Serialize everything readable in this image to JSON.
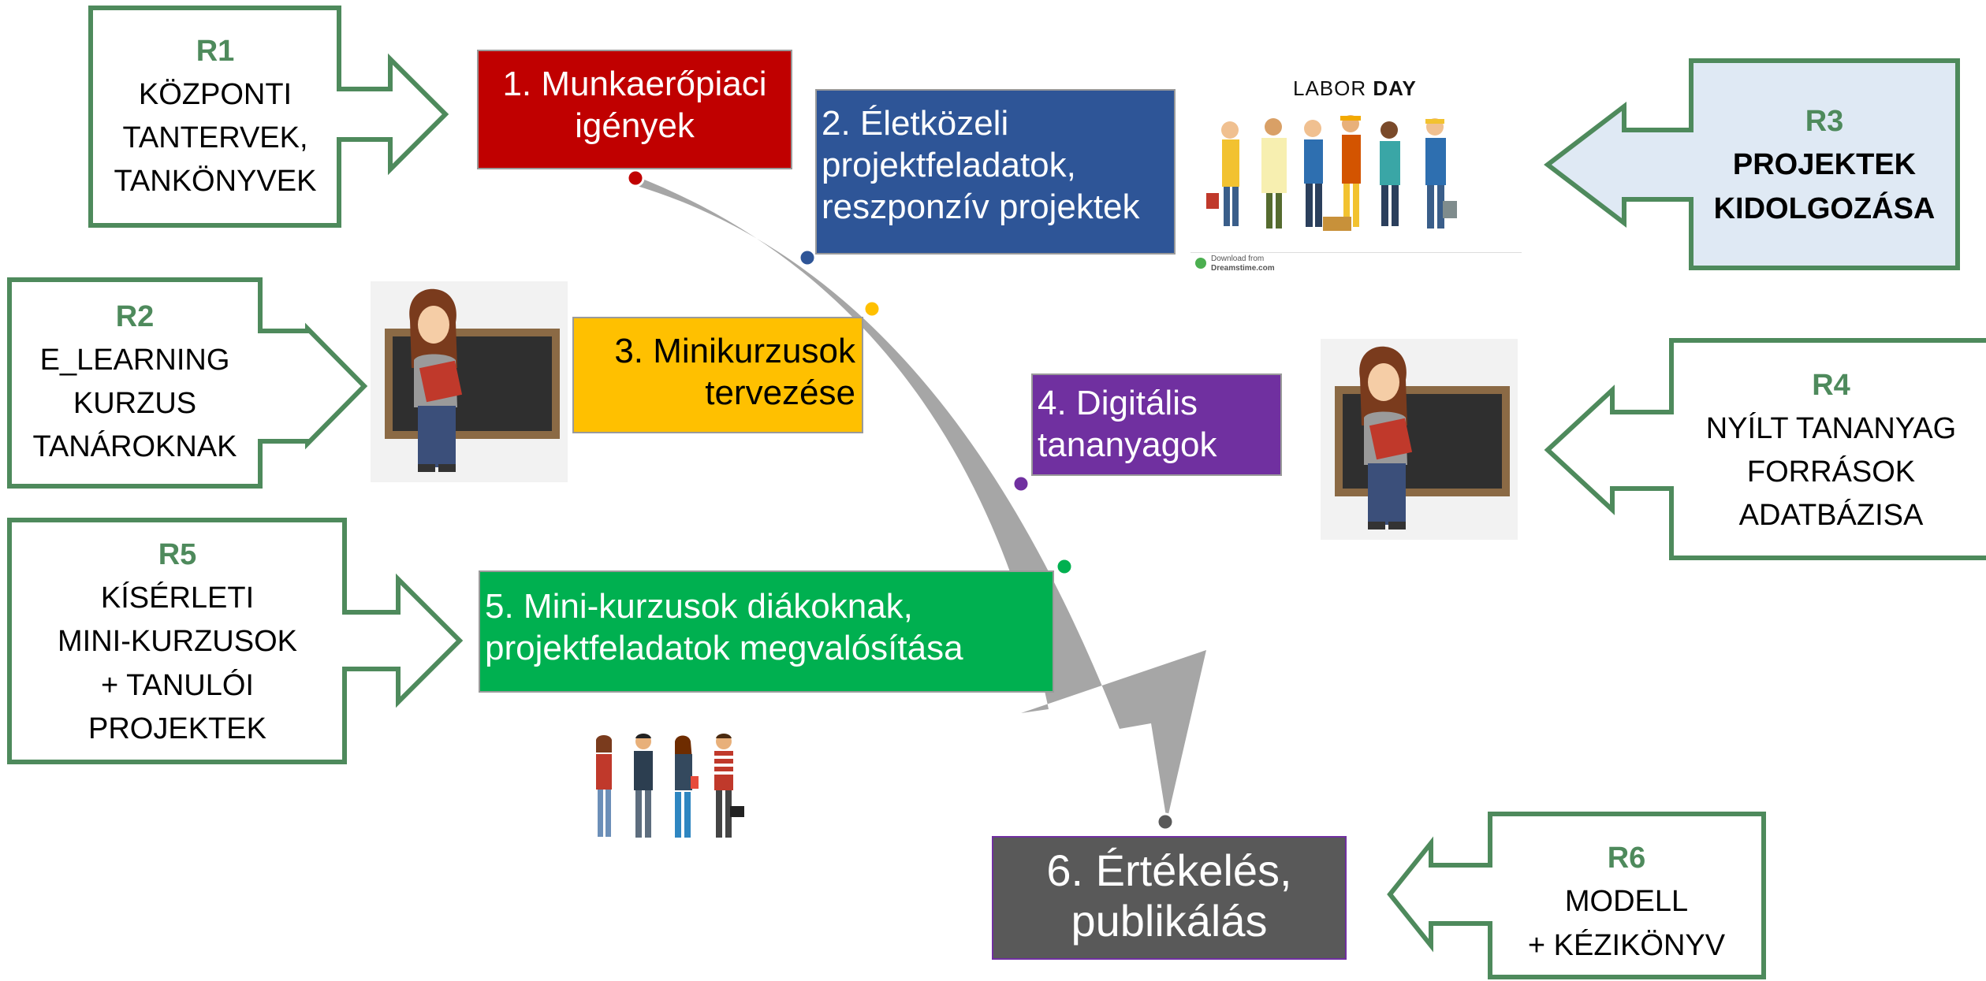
{
  "colors": {
    "outline_green": "#4e8a5c",
    "r3_fill": "#dfe9f4",
    "flow_arrow": "#a6a6a6",
    "stage1": "#c00000",
    "stage2": "#2e5597",
    "stage3": "#ffc000",
    "stage4": "#7030a0",
    "stage5": "#00b050",
    "stage6": "#595959"
  },
  "stages": [
    {
      "label": "1. Munkaerőpiaci igények",
      "lines": [
        "1. Munkaerőpiaci",
        "igények"
      ]
    },
    {
      "label": "2. Életközeli projektfeladatok, reszponzív projektek",
      "lines": [
        "2. Életközeli",
        "projektfeladatok,",
        "reszponzív projektek"
      ]
    },
    {
      "label": "3. Minikurzusok tervezése",
      "lines": [
        "3. Minikurzusok",
        "tervezése"
      ]
    },
    {
      "label": "4. Digitális tananyagok",
      "lines": [
        "4. Digitális",
        "tananyagok"
      ]
    },
    {
      "label": "5. Mini-kurzusok diákoknak, projektfeladatok megvalósítása",
      "lines": [
        "5. Mini-kurzusok diákoknak,",
        "projektfeladatok megvalósítása"
      ]
    },
    {
      "label": "6. Értékelés, publikálás",
      "lines": [
        "6. Értékelés,",
        "publikálás"
      ]
    }
  ],
  "results": [
    {
      "id": "R1",
      "lines": [
        "KÖZPONTI",
        "TANTERVEK,",
        "TANKÖNYVEK"
      ]
    },
    {
      "id": "R2",
      "lines": [
        "E_LEARNING",
        "KURZUS",
        "TANÁROKNAK"
      ]
    },
    {
      "id": "R3",
      "lines": [
        "PROJEKTEK",
        "KIDOLGOZÁSA"
      ]
    },
    {
      "id": "R4",
      "lines": [
        "NYÍLT TANANYAG",
        "FORRÁSOK",
        "ADATBÁZISA"
      ]
    },
    {
      "id": "R5",
      "lines": [
        "KÍSÉRLETI",
        "MINI-KURZUSOK",
        "+ TANULÓI",
        "PROJEKTEK"
      ]
    },
    {
      "id": "R6",
      "lines": [
        "MODELL",
        "+ KÉZIKÖNYV"
      ]
    }
  ],
  "illustrations": {
    "labor_day": {
      "title_plain": "LABOR ",
      "title_bold": "DAY",
      "credit": "Download from",
      "credit_site": "Dreamstime.com"
    },
    "teacher_icon": "teacher-with-chalkboard",
    "students_icon": "group-of-students"
  }
}
